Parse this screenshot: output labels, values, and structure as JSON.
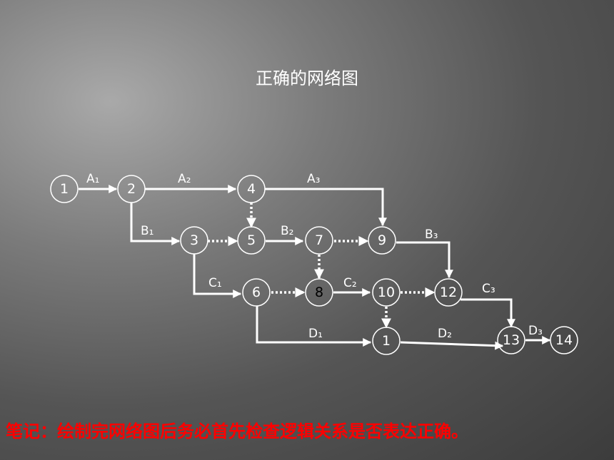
{
  "title": "正确的网络图",
  "note": "笔记：绘制完网络图后务必首先检查逻辑关系是否表达正确。",
  "nodes": {
    "n1": "1",
    "n2": "2",
    "n3": "3",
    "n4": "4",
    "n5": "5",
    "n6": "6",
    "n7": "7",
    "n8": "8",
    "n9": "9",
    "n10": "10",
    "n11": "1",
    "n12": "12",
    "n13": "13",
    "n14": "14"
  },
  "edges": {
    "A1": "A₁",
    "A2": "A₂",
    "A3": "A₃",
    "B1": "B₁",
    "B2": "B₂",
    "B3": "B₃",
    "C1": "C₁",
    "C2": "C₂",
    "C3": "C₃",
    "D1": "D₁",
    "D2": "D₂",
    "D3": "D₃"
  }
}
